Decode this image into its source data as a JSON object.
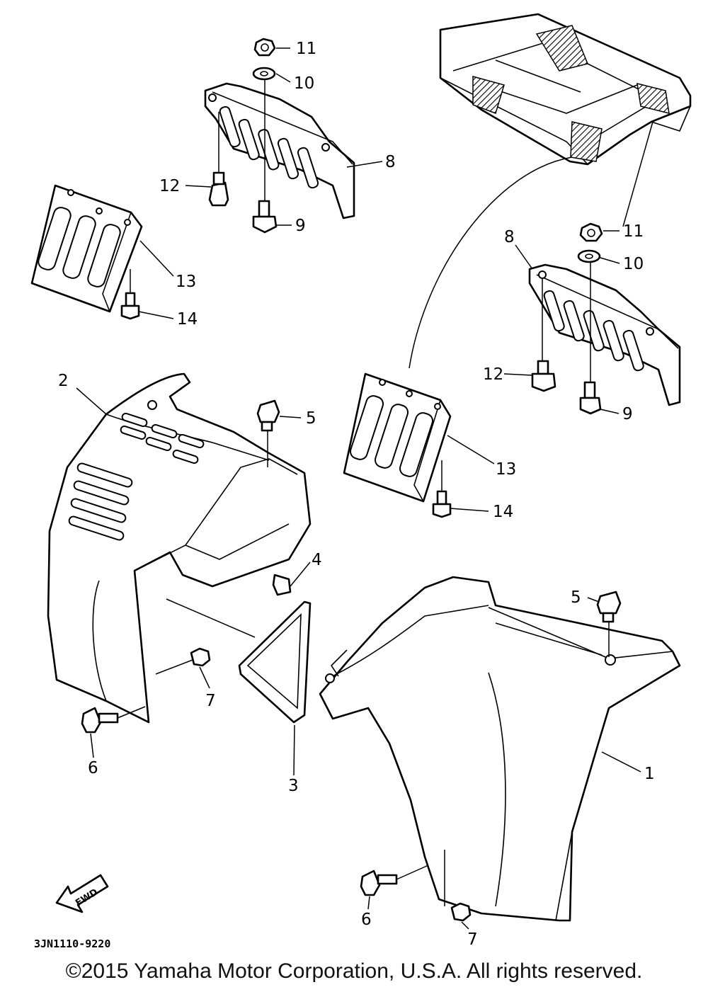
{
  "diagram_code": "3JN1110-9220",
  "fwd_label": "FWD",
  "copyright": "©2015 Yamaha Motor Corporation, U.S.A. All rights reserved.",
  "callouts": {
    "c11a": "11",
    "c10a": "10",
    "c8a": "8",
    "c12a": "12",
    "c9a": "9",
    "c13a": "13",
    "c14a": "14",
    "c11b": "11",
    "c10b": "10",
    "c8b": "8",
    "c12b": "12",
    "c9b": "9",
    "c13b": "13",
    "c14b": "14",
    "c2": "2",
    "c5a": "5",
    "c4": "4",
    "c7a": "7",
    "c6a": "6",
    "c3": "3",
    "c5b": "5",
    "c1": "1",
    "c6b": "6",
    "c7b": "7"
  }
}
